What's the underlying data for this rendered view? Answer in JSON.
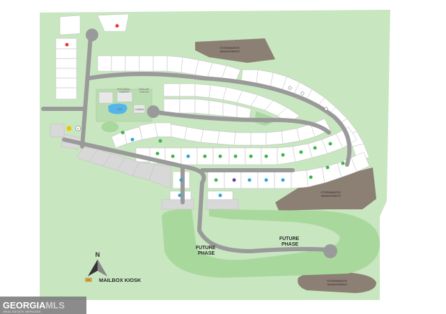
{
  "labels": {
    "future_phase_left": "FUTURE\nPHASE",
    "future_phase_right": "FUTURE\nPHASE",
    "stormwater_top": "STORMWATER\nMANAGEMENT",
    "stormwater_right": "STORMWATER\nMANAGEMENT",
    "stormwater_bottom": "STORMWATER\nMANAGEMENT",
    "pocket_park": "POCKET\nPARK",
    "pickleball": "PICKLEBALL\nCOURTS",
    "grilling": "GRILLING\nSTATION",
    "pool": "POOL",
    "cabana": "CABANA",
    "mailbox_legend": "MAILBOX KIOSK",
    "north": "N",
    "legend_marker": "MB",
    "mailbox_map_marker": "M"
  },
  "watermark": {
    "brand": "GEORGIA",
    "brand_suffix": "MLS",
    "tagline": "REAL ESTATE SERVICES"
  },
  "colors": {
    "green_space": "#c8e6c0",
    "lot_fill": "#ffffff",
    "road": "#9a9a9a",
    "stormwater": "#8c7f74",
    "available": "#3cb54a",
    "model": "#6a3aa0",
    "sold": "#e53935",
    "reserved": "#2fa4d8",
    "mailbox": "#f2c200"
  }
}
